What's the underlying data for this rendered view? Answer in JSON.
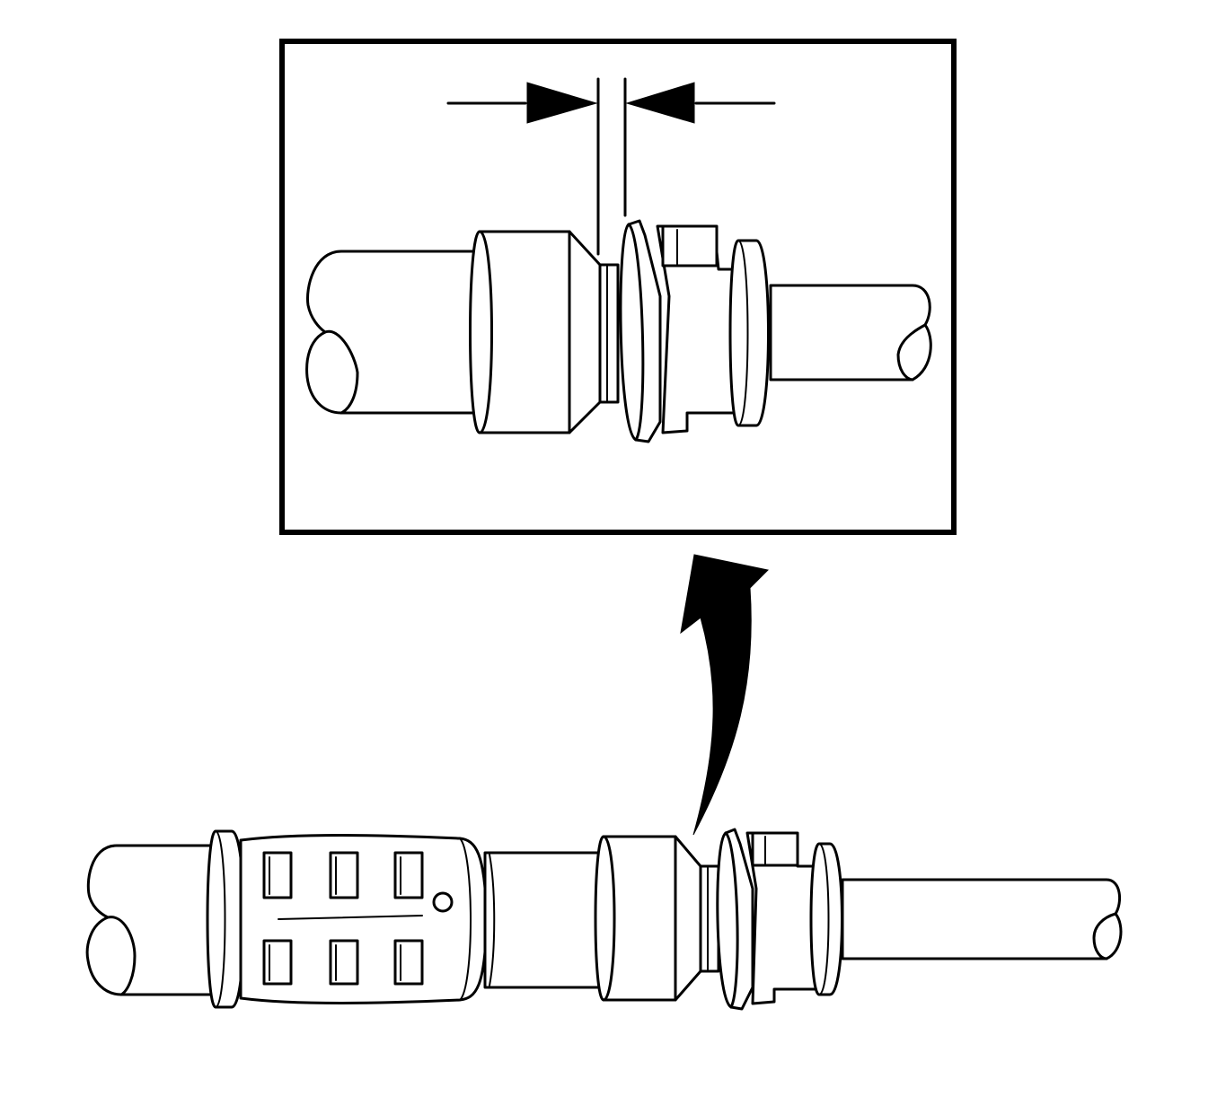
{
  "figure": {
    "background_color": "#ffffff",
    "line_color": "#000000",
    "components": [
      "detail-inset-frame",
      "gap-measurement-arrows",
      "detail-coupling-close-up",
      "callout-curved-arrow",
      "fuel-line-assembly-with-sleeve-and-coupling"
    ]
  }
}
